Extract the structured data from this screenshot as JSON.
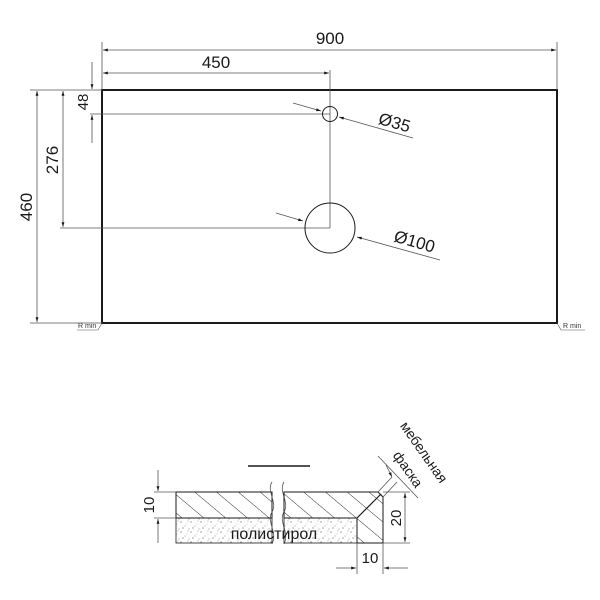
{
  "drawing": {
    "colors": {
      "line": "#1a1a1a",
      "thin": "#555555",
      "dots": "#777777"
    },
    "top_view": {
      "width_label": "900",
      "hole_offset_x_label": "450",
      "height_label": "460",
      "small_hole_offset_y_label": "48",
      "large_hole_offset_y_label": "276",
      "small_hole_diameter_label": "Ø35",
      "large_hole_diameter_label": "Ø100",
      "corner_left_label": "R min",
      "corner_right_label": "R min"
    },
    "section_view": {
      "top_thickness_label": "10",
      "edge_height_label": "20",
      "edge_width_label": "10",
      "core_material_label": "полистирол",
      "chamfer_label_line1": "мебельная",
      "chamfer_label_line2": "фаска"
    }
  }
}
